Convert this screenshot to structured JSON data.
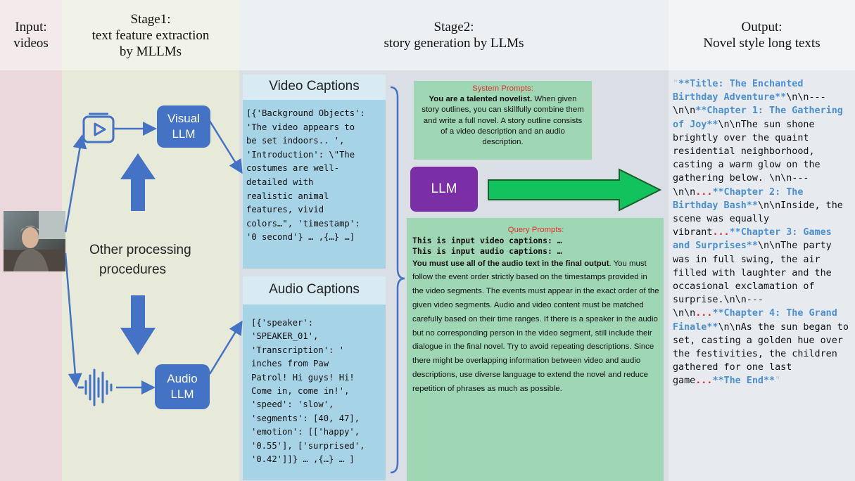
{
  "columns": {
    "input": {
      "line1": "Input:",
      "line2": "videos"
    },
    "stage1": {
      "line1": "Stage1:",
      "line2": "text feature extraction",
      "line3": "by MLLMs"
    },
    "stage2": {
      "line1": "Stage2:",
      "line2": "story generation by LLMs"
    },
    "output": {
      "line1": "Output:",
      "line2": "Novel style long texts"
    }
  },
  "stage1": {
    "visual_llm": {
      "line1": "Visual",
      "line2": "LLM"
    },
    "audio_llm": {
      "line1": "Audio",
      "line2": "LLM"
    },
    "other": {
      "line1": "Other processing",
      "line2": "procedures"
    }
  },
  "captions": {
    "video_title": "Video Captions",
    "video_lines": [
      "[{'Background Objects':",
      "'The video appears to",
      "be set indoors.. ',",
      "'Introduction': \\\"The",
      "costumes are well-",
      "detailed with",
      "realistic animal",
      "features, vivid",
      "colors…\", 'timestamp':",
      "'0 second'} … ,{…} …]"
    ],
    "audio_title": "Audio Captions",
    "audio_lines": [
      "[{'speaker':",
      "'SPEAKER_01',",
      "'Transcription': '",
      "inches from Paw",
      "Patrol! Hi guys! Hi!",
      "Come in, come in!',",
      "'speed': 'slow',",
      "'segments': [40, 47],",
      "'emotion': [['happy',",
      "'0.55'], ['surprised',",
      "'0.42']]} … ,{…} … ]"
    ]
  },
  "prompts": {
    "system_title": "System Prompts:",
    "system_bold": "You are a talented novelist.",
    "system_text": " When given story outlines, you can skillfully combine them and write a full novel. A story outline consists of a video description and an audio description.",
    "llm_label": "LLM",
    "query_title": "Query Prompts:",
    "query_bold1": "This is input video captions: …",
    "query_bold2": "This is input audio captions: …",
    "query_bold3": "You must use all of the audio text in the final output",
    "query_text": ". You must follow the event order strictly based on the timestamps provided in the video segments. The events must appear in the exact order of the given video segments. Audio and video content must be matched carefully based on their time ranges. If there is a speaker in the audio but no corresponding person in the video segment, still include their dialogue in the final novel. Try to avoid repeating descriptions. Since there might be overlapping information between video and audio descriptions, use diverse language to extend the novel and reduce repetition of phrases as much as possible."
  },
  "output": {
    "quote_open": "\"",
    "s1": "**Title: The Enchanted Birthday Adventure**",
    "t1": "\\n\\n---\\n\\n",
    "s2": "**Chapter 1: The Gathering of Joy**",
    "t2": "\\n\\nThe sun shone brightly over the quaint residential neighborhood, casting a warm glow on the gathering below. \\n\\n---\\n\\n",
    "r1": "...",
    "s3": "**Chapter 2: The Birthday Bash**",
    "t3": "\\n\\nInside, the scene was equally vibrant",
    "r2": "...",
    "s4": "**Chapter 3: Games and Surprises**",
    "t4": "\\n\\nThe party was in full swing, the air filled with laughter and the occasional exclamation of surprise.\\n\\n---\\n\\n",
    "r3": "...",
    "s5": "**Chapter 4: The Grand Finale**",
    "t5": "\\n\\nAs the sun began to set, casting a golden hue over the festivities, the children gathered for one last game",
    "r4": "...",
    "s6": "**The End**",
    "quote_close": "\""
  },
  "colors": {
    "input_bg": "#ead8dc",
    "stage1_bg": "#e7e9d9",
    "stage2_bg": "#d9dfe5",
    "output_bg": "#e7ebef",
    "caption_bg": "#a7d3e7",
    "prompt_bg": "#9fd7b5",
    "node_blue": "#4472c4",
    "llm_purple": "#7a2fa6",
    "arrow_green": "#12c25c"
  }
}
